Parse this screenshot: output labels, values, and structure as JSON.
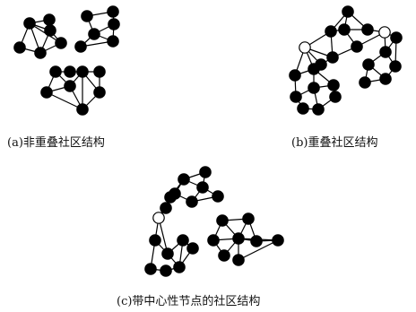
{
  "captions": {
    "a": "(a)非重叠社区结构",
    "b": "(b)重叠社区结构",
    "c": "(c)带中心性节点的社区结构"
  },
  "colors": {
    "node_fill": "#000000",
    "hub_fill": "#ffffff",
    "edge": "#000000",
    "text": "#111111"
  },
  "panels": [
    {
      "id": "a",
      "description_hidden": true,
      "communities": 3,
      "overlap_nodes": 0,
      "center_nodes": 0
    },
    {
      "id": "b",
      "communities": 3,
      "overlap_nodes": 2,
      "center_nodes": 0
    },
    {
      "id": "c",
      "communities": 3,
      "overlap_nodes": 1,
      "center_nodes": 1
    }
  ]
}
